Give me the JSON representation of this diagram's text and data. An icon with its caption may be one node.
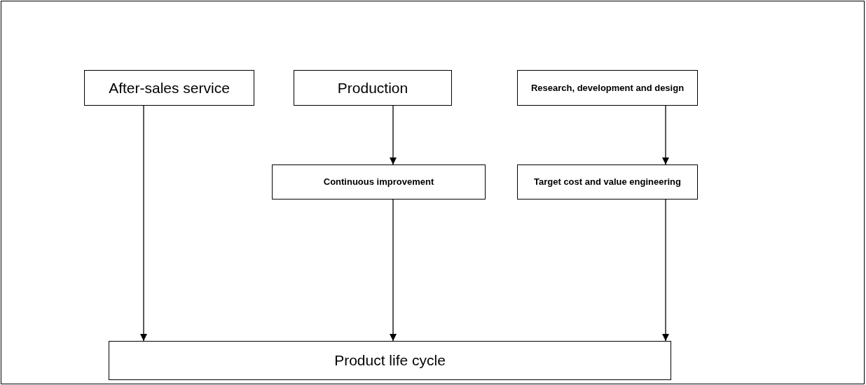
{
  "diagram": {
    "nodes": [
      {
        "text": [
          "After-sales service"
        ]
      },
      {
        "text": [
          "Production"
        ]
      },
      {
        "text": [
          "Research, development and design"
        ]
      },
      {
        "text": [
          "Continuous improvement"
        ]
      },
      {
        "text": [
          "Target cost and value engineering"
        ]
      },
      {
        "text": [
          "Product life cycle"
        ]
      }
    ],
    "edges": [
      {
        "from": 1,
        "to": 3,
        "arrow": "to"
      },
      {
        "from": 2,
        "to": 4,
        "arrow": "to"
      },
      {
        "from": 0,
        "to": 5,
        "arrow": "to"
      },
      {
        "from": 3,
        "to": 5,
        "arrow": "to"
      },
      {
        "from": 4,
        "to": 5,
        "arrow": "to"
      }
    ]
  }
}
